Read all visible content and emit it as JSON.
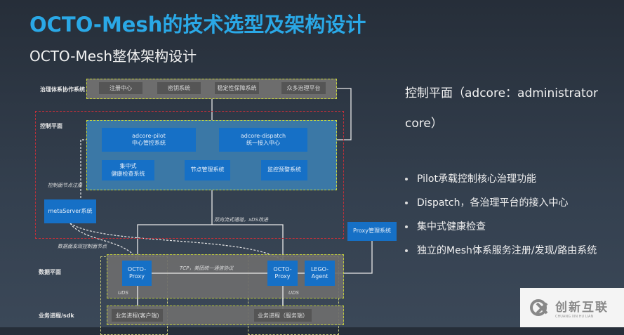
{
  "title": "OCTO-Mesh的技术选型及架构设计",
  "subtitle": "OCTO-Mesh整体架构设计",
  "diagram": {
    "governance": {
      "label": "治理体系协作系统",
      "items": [
        "注册中心",
        "密钥系统",
        "稳定性保障系统",
        "众多治理平台"
      ]
    },
    "control": {
      "label": "控制平面",
      "pilot": [
        "adcore-pilot",
        "中心管控系统"
      ],
      "dispatch": [
        "adcore-dispatch",
        "统一接入中心"
      ],
      "health": [
        "集中式",
        "健康检查系统"
      ],
      "node": "节点管理系统",
      "monitor": "监控预警系统",
      "register_note": "控制面节点注册",
      "metaserver": "metaServer系统"
    },
    "stream_note": "双向流式通道，xDS改进",
    "discover_note": "数据面发现控制面节点",
    "proxy_mgmt": "Proxy管理系统",
    "data": {
      "label": "数据平面",
      "proxy": [
        "OCTO-",
        "Proxy"
      ],
      "lego": [
        "LEGO-",
        "Agent"
      ],
      "tcp_note": "TCP，美团统一通信协议",
      "uds": "UDS"
    },
    "business": {
      "label": "业务进程/sdk",
      "client": "业务进程(客户端)",
      "server": "业务进程（服务端）"
    }
  },
  "right": {
    "heading_line1": "控制平面（adcore：administrator",
    "heading_line2": "core）",
    "bullets": [
      "Pilot承载控制核心治理功能",
      "Dispatch，各治理平台的接入中心",
      "集中式健康检查",
      "独立的Mesh体系服务注册/发现/路由系统"
    ]
  },
  "logo": {
    "name": "创新互联",
    "pinyin": "CHUANG XIN HU LIAN"
  },
  "colors": {
    "title": "#2aa8e6",
    "box_blue": "#1670c6",
    "control_bg": "#3b78a6",
    "gray_bg": "#6d6d6d",
    "dash_yellow": "#c8d63a",
    "dash_red": "#c0303a"
  }
}
